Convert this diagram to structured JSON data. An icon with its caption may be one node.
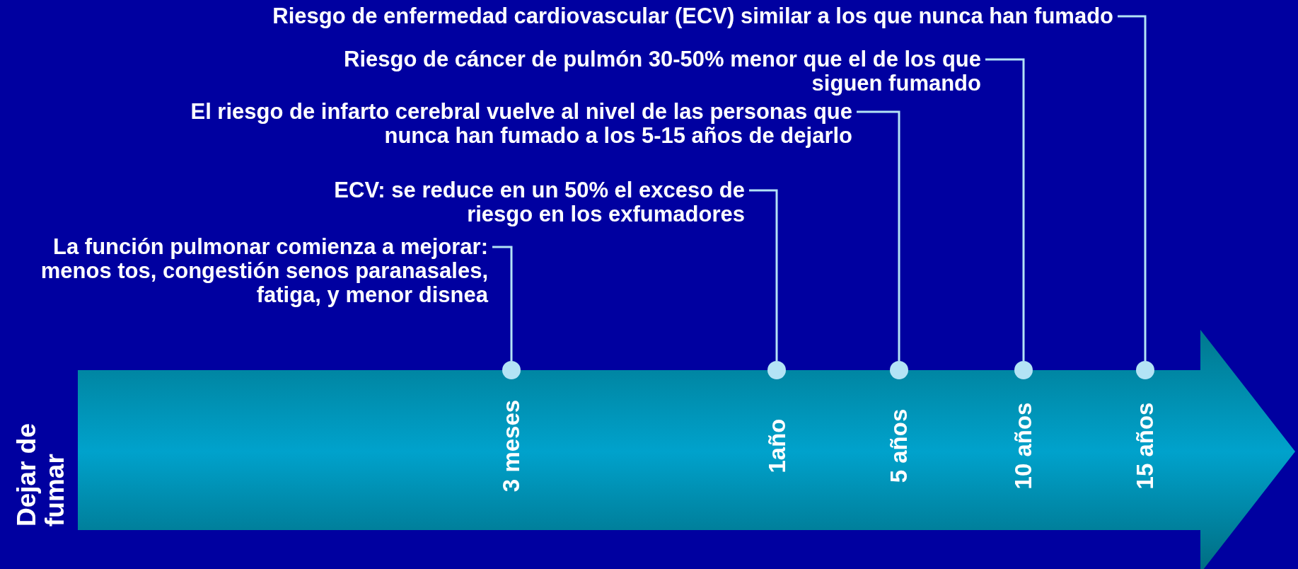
{
  "diagram": {
    "nodes": [
      {
        "text": [
          "Riesgo de enfermedad cardiovascular (ECV) similar a los que nunca han fumado"
        ]
      },
      {
        "text": [
          "Riesgo de cáncer de pulmón 30-50% menor que el de  los que siguen fumando"
        ]
      },
      {
        "text": [
          "El riesgo de infarto cerebral vuelve al nivel de las personas que nunca han fumado a los 5-15 años de dejarlo"
        ]
      },
      {
        "text": [
          "ECV: se reduce en un 50% el exceso de riesgo en los exfumadores"
        ]
      },
      {
        "text": [
          "La función pulmonar comienza a mejorar: menos tos, congestión senos paranasales, fatiga, y menor disnea"
        ]
      },
      {
        "text": [],
        "shape": "circle",
        "beside": [
          "3 meses"
        ]
      },
      {
        "text": [],
        "shape": "circle",
        "beside": [
          "1año"
        ]
      },
      {
        "text": [],
        "shape": "circle",
        "beside": [
          "5 años"
        ]
      },
      {
        "text": [],
        "shape": "circle",
        "beside": [
          "10 años"
        ]
      },
      {
        "text": [],
        "shape": "circle",
        "beside": [
          "15 años"
        ]
      }
    ],
    "edges": [
      {
        "from": 0,
        "to": 9,
        "arrow": "none"
      },
      {
        "from": 1,
        "to": 8,
        "arrow": "none"
      },
      {
        "from": 2,
        "to": 7,
        "arrow": "none"
      },
      {
        "from": 3,
        "to": 6,
        "arrow": "none"
      },
      {
        "from": 4,
        "to": 5,
        "arrow": "none"
      }
    ],
    "labels": [
      "Dejar de fumar"
    ]
  }
}
